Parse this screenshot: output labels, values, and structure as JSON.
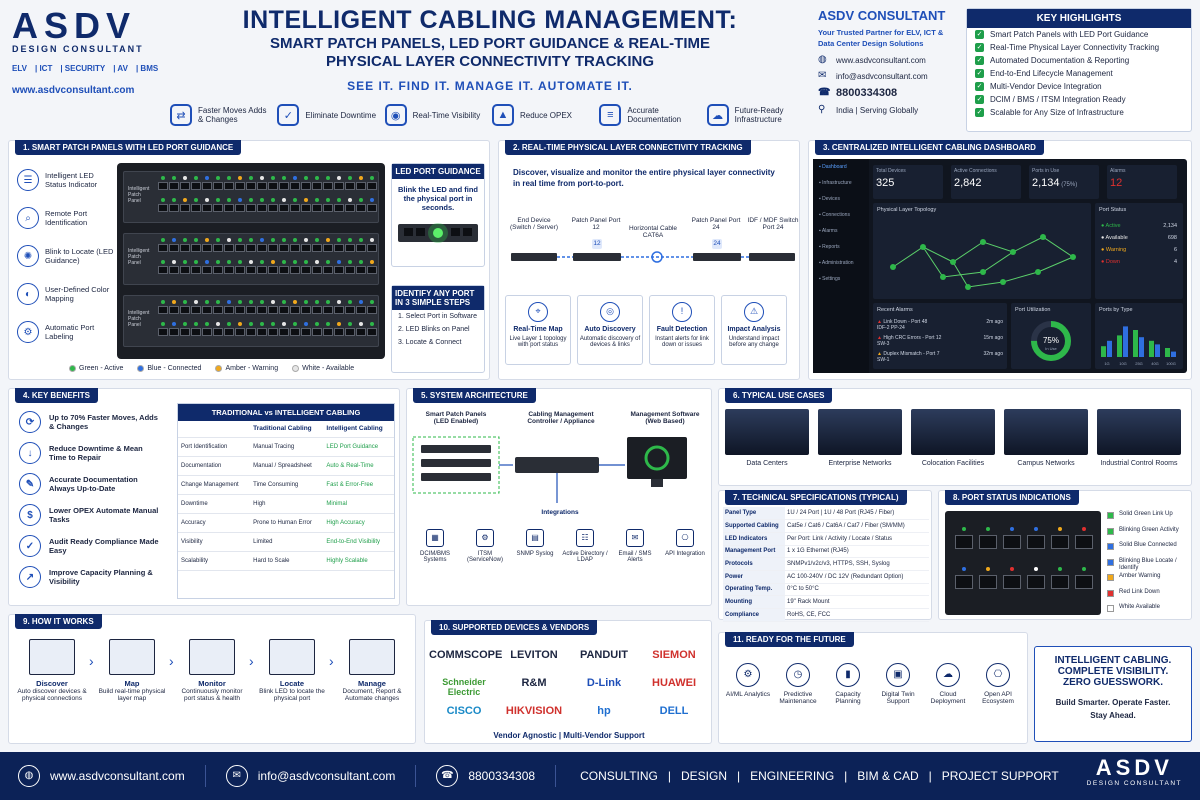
{
  "brand": {
    "logo": "ASDV",
    "sub": "DESIGN CONSULTANT",
    "tags": [
      "ELV",
      "ICT",
      "SECURITY",
      "AV",
      "BMS"
    ],
    "website": "www.asdvconsultant.com"
  },
  "title": {
    "line1": "INTELLIGENT CABLING MANAGEMENT:",
    "line2": "SMART PATCH PANELS, LED PORT GUIDANCE & REAL-TIME",
    "line3": "PHYSICAL LAYER CONNECTIVITY TRACKING",
    "tagline": "SEE IT. FIND IT. MANAGE IT. AUTOMATE IT."
  },
  "strip": [
    {
      "icon": "people-icon",
      "glyph": "⇄",
      "label": "Faster Moves Adds & Changes"
    },
    {
      "icon": "shield-icon",
      "glyph": "✓",
      "label": "Eliminate Downtime"
    },
    {
      "icon": "eye-icon",
      "glyph": "◉",
      "label": "Real-Time Visibility"
    },
    {
      "icon": "chart-icon",
      "glyph": "▲",
      "label": "Reduce OPEX"
    },
    {
      "icon": "document-icon",
      "glyph": "≡",
      "label": "Accurate Documentation"
    },
    {
      "icon": "cloud-icon",
      "glyph": "☁",
      "label": "Future-Ready Infrastructure"
    }
  ],
  "consultant": {
    "name": "ASDV CONSULTANT",
    "tagline": "Your Trusted Partner for ELV, ICT & Data Center Design Solutions",
    "web": "www.asdvconsultant.com",
    "email": "info@asdvconsultant.com",
    "phone": "8800334308",
    "location": "India | Serving Globally"
  },
  "highlights": {
    "title": "KEY HIGHLIGHTS",
    "items": [
      "Smart Patch Panels with LED Port Guidance",
      "Real-Time Physical Layer Connectivity Tracking",
      "Automated Documentation & Reporting",
      "End-to-End Lifecycle Management",
      "Multi-Vendor Device Integration",
      "DCIM / BMS / ITSM Integration Ready",
      "Scalable for Any Size of Infrastructure"
    ]
  },
  "p1": {
    "title": "1. SMART PATCH PANELS WITH LED PORT GUIDANCE",
    "features": [
      {
        "icon": "led-icon",
        "glyph": "☰",
        "label": "Intelligent LED Status Indicator"
      },
      {
        "icon": "search-icon",
        "glyph": "⌕",
        "label": "Remote Port Identification"
      },
      {
        "icon": "bulb-icon",
        "glyph": "✺",
        "label": "Blink to Locate (LED Guidance)"
      },
      {
        "icon": "palette-icon",
        "glyph": "◐",
        "label": "User-Defined Color Mapping"
      },
      {
        "icon": "gear-icon",
        "glyph": "⚙",
        "label": "Automatic Port Labeling"
      }
    ],
    "panel_labels": [
      "Intelligent Patch Panel",
      "Intelligent Patch Panel",
      "Intelligent Patch Panel"
    ],
    "legend": [
      {
        "label": "Green - Active",
        "color": "#2eb84a"
      },
      {
        "label": "Blue - Connected",
        "color": "#2f6fe0"
      },
      {
        "label": "Amber - Warning",
        "color": "#f0a81c"
      },
      {
        "label": "White - Available",
        "color": "#e6e6e6"
      }
    ],
    "led_box": {
      "title": "LED PORT GUIDANCE",
      "text": "Blink the LED and find the physical port in seconds."
    },
    "steps_box": {
      "title": "IDENTIFY ANY PORT IN 3 SIMPLE STEPS",
      "steps": [
        "1. Select Port in Software",
        "2. LED Blinks on Panel",
        "3. Locate & Connect"
      ]
    }
  },
  "p2": {
    "title": "2. REAL-TIME PHYSICAL LAYER CONNECTIVITY TRACKING",
    "desc": "Discover, visualize and monitor the entire physical layer connectivity in real time from port-to-port.",
    "nodes": [
      {
        "label": "End Device (Switch / Server)"
      },
      {
        "label": "Patch Panel Port 12",
        "badge": "12"
      },
      {
        "label": "Horizontal Cable CAT6A"
      },
      {
        "label": "Patch Panel Port 24",
        "badge": "24"
      },
      {
        "label": "IDF / MDF Switch Port 24"
      }
    ],
    "cards": [
      {
        "icon": "map-icon",
        "glyph": "⌖",
        "title": "Real-Time Map",
        "text": "Live Layer 1 topology with port status"
      },
      {
        "icon": "discovery-icon",
        "glyph": "◎",
        "title": "Auto Discovery",
        "text": "Automatic discovery of devices & links"
      },
      {
        "icon": "alert-icon",
        "glyph": "!",
        "title": "Fault Detection",
        "text": "Instant alerts for link down or issues"
      },
      {
        "icon": "warning-icon",
        "glyph": "⚠",
        "title": "Impact Analysis",
        "text": "Understand impact before any change"
      }
    ]
  },
  "p3": {
    "title": "3. CENTRALIZED INTELLIGENT CABLING DASHBOARD",
    "nav": [
      "Dashboard",
      "Infrastructure",
      "Devices",
      "Connections",
      "Alarms",
      "Reports",
      "Administration",
      "Settings"
    ],
    "kpis": [
      {
        "label": "Total Devices",
        "value": "325"
      },
      {
        "label": "Active Connections",
        "value": "2,842"
      },
      {
        "label": "Ports in Use",
        "value": "2,134",
        "extra": "(75%)"
      },
      {
        "label": "Alarms",
        "value": "12"
      }
    ],
    "topology_title": "Physical Layer Topology",
    "port_status": {
      "title": "Port Status",
      "rows": [
        {
          "label": "Active",
          "value": "2,134",
          "color": "#2eb84a"
        },
        {
          "label": "Available",
          "value": "698",
          "color": "#e6e6e6"
        },
        {
          "label": "Warning",
          "value": "6",
          "color": "#f0a81c"
        },
        {
          "label": "Down",
          "value": "4",
          "color": "#e0302f"
        }
      ]
    },
    "alarms": {
      "title": "Recent Alarms",
      "items": [
        {
          "text": "Link Down - Port 48",
          "sub": "IDF-2 PP-24",
          "time": "2m ago",
          "color": "#e0302f"
        },
        {
          "text": "High CRC Errors - Port 12",
          "sub": "SW-3",
          "time": "15m ago",
          "color": "#e0302f"
        },
        {
          "text": "Duplex Mismatch - Port 7",
          "sub": "SW-1",
          "time": "32m ago",
          "color": "#f0a81c"
        }
      ]
    },
    "utilization": {
      "title": "Port Utilization",
      "value": 0.75,
      "label": "75%",
      "sub": "In Use"
    },
    "ports_by_type": {
      "title": "Ports by Type",
      "categories": [
        "1G",
        "10G",
        "25G",
        "40G",
        "100G"
      ],
      "series": [
        {
          "values": [
            30,
            60,
            75,
            45,
            25
          ]
        },
        {
          "values": [
            45,
            85,
            55,
            35,
            15
          ]
        }
      ]
    }
  },
  "p4": {
    "title": "4. KEY BENEFITS",
    "benefits": [
      {
        "icon": "clock-icon",
        "glyph": "⟳",
        "label": "Up to 70% Faster Moves, Adds & Changes"
      },
      {
        "icon": "downtime-icon",
        "glyph": "↓",
        "label": "Reduce Downtime & Mean Time to Repair"
      },
      {
        "icon": "doc-check-icon",
        "glyph": "✎",
        "label": "Accurate Documentation Always Up-to-Date"
      },
      {
        "icon": "money-icon",
        "glyph": "$",
        "label": "Lower OPEX Automate Manual Tasks"
      },
      {
        "icon": "audit-icon",
        "glyph": "✓",
        "label": "Audit Ready Compliance Made Easy"
      },
      {
        "icon": "growth-icon",
        "glyph": "↗",
        "label": "Improve Capacity Planning & Visibility"
      }
    ],
    "compare": {
      "title": "TRADITIONAL vs INTELLIGENT CABLING",
      "head": [
        "",
        "Traditional Cabling",
        "Intelligent Cabling"
      ],
      "rows": [
        [
          "Port Identification",
          "Manual Tracing",
          "LED Port Guidance"
        ],
        [
          "Documentation",
          "Manual / Spreadsheet",
          "Auto & Real-Time"
        ],
        [
          "Change Management",
          "Time Consuming",
          "Fast & Error-Free"
        ],
        [
          "Downtime",
          "High",
          "Minimal"
        ],
        [
          "Accuracy",
          "Prone to Human Error",
          "High Accuracy"
        ],
        [
          "Visibility",
          "Limited",
          "End-to-End Visibility"
        ],
        [
          "Scalability",
          "Hard to Scale",
          "Highly Scalable"
        ]
      ]
    }
  },
  "p5": {
    "title": "5. SYSTEM ARCHITECTURE",
    "blocks": [
      "Smart Patch Panels (LED Enabled)",
      "Cabling Management Controller / Appliance",
      "Management Software (Web Based)"
    ],
    "integrations_title": "Integrations",
    "integrations": [
      {
        "icon": "building-icon",
        "glyph": "▦",
        "label": "DCIM/BMS Systems"
      },
      {
        "icon": "ticket-icon",
        "glyph": "⚙",
        "label": "ITSM (ServiceNow)"
      },
      {
        "icon": "snmp-icon",
        "glyph": "▤",
        "label": "SNMP Syslog"
      },
      {
        "icon": "directory-icon",
        "glyph": "☷",
        "label": "Active Directory / LDAP"
      },
      {
        "icon": "mail-icon",
        "glyph": "✉",
        "label": "Email / SMS Alerts"
      },
      {
        "icon": "api-icon",
        "glyph": "⎔",
        "label": "API Integration"
      }
    ]
  },
  "p6": {
    "title": "6. TYPICAL USE CASES",
    "items": [
      "Data Centers",
      "Enterprise Networks",
      "Colocation Facilities",
      "Campus Networks",
      "Industrial Control Rooms"
    ]
  },
  "p7": {
    "title": "7. TECHNICAL SPECIFICATIONS (TYPICAL)",
    "rows": [
      [
        "Panel Type",
        "1U / 24 Port | 1U / 48 Port (RJ45 / Fiber)"
      ],
      [
        "Supported Cabling",
        "Cat5e / Cat6 / Cat6A / Cat7 / Fiber (SM/MM)"
      ],
      [
        "LED Indicators",
        "Per Port: Link / Activity / Locate / Status"
      ],
      [
        "Management Port",
        "1 x 1G Ethernet (RJ45)"
      ],
      [
        "Protocols",
        "SNMPv1/v2c/v3, HTTPS, SSH, Syslog"
      ],
      [
        "Power",
        "AC 100-240V / DC 12V (Redundant Option)"
      ],
      [
        "Operating Temp.",
        "0°C to 50°C"
      ],
      [
        "Mounting",
        "19\" Rack Mount"
      ],
      [
        "Compliance",
        "RoHS, CE, FCC"
      ]
    ]
  },
  "p8": {
    "title": "8. PORT STATUS INDICATIONS",
    "items": [
      {
        "label": "Solid Green Link Up",
        "color": "#2eb84a"
      },
      {
        "label": "Blinking Green Activity",
        "color": "#2eb84a"
      },
      {
        "label": "Solid Blue Connected",
        "color": "#2f6fe0"
      },
      {
        "label": "Blinking Blue Locate / Identify",
        "color": "#2f6fe0"
      },
      {
        "label": "Amber Warning",
        "color": "#f0a81c"
      },
      {
        "label": "Red Link Down",
        "color": "#e0302f"
      },
      {
        "label": "White Available",
        "color": "#ffffff"
      }
    ]
  },
  "p9": {
    "title": "9. HOW IT WORKS",
    "steps": [
      {
        "title": "Discover",
        "text": "Auto discover devices & physical connections"
      },
      {
        "title": "Map",
        "text": "Build real-time physical layer map"
      },
      {
        "title": "Monitor",
        "text": "Continuously monitor port status & health"
      },
      {
        "title": "Locate",
        "text": "Blink LED to locate the physical port"
      },
      {
        "title": "Manage",
        "text": "Document, Report & Automate changes"
      }
    ]
  },
  "p10": {
    "title": "10. SUPPORTED DEVICES & VENDORS",
    "vendors": [
      {
        "name": "COMMSCOPE",
        "color": "#1c2540"
      },
      {
        "name": "LEVITON",
        "color": "#1c2540"
      },
      {
        "name": "PANDUIT",
        "color": "#1c2540"
      },
      {
        "name": "SIEMON",
        "color": "#d0312d"
      },
      {
        "name": "Schneider Electric",
        "color": "#3c9a34"
      },
      {
        "name": "R&M",
        "color": "#1c2540"
      },
      {
        "name": "D-Link",
        "color": "#1f4fb8"
      },
      {
        "name": "HUAWEI",
        "color": "#d0312d"
      },
      {
        "name": "CISCO",
        "color": "#1a8ac7"
      },
      {
        "name": "HIKVISION",
        "color": "#d0312d"
      },
      {
        "name": "hp",
        "color": "#1f6fd0"
      },
      {
        "name": "DELL",
        "color": "#1f6fd0"
      }
    ],
    "footer": "Vendor Agnostic  |  Multi-Vendor Support"
  },
  "p11": {
    "title": "11. READY FOR THE FUTURE",
    "items": [
      {
        "icon": "ai-icon",
        "glyph": "⚙",
        "label": "AI/ML Analytics"
      },
      {
        "icon": "predict-icon",
        "glyph": "◷",
        "label": "Predictive Maintenance"
      },
      {
        "icon": "capacity-icon",
        "glyph": "▮",
        "label": "Capacity Planning"
      },
      {
        "icon": "twin-icon",
        "glyph": "▣",
        "label": "Digital Twin Support"
      },
      {
        "icon": "cloud-icon",
        "glyph": "☁",
        "label": "Cloud Deployment"
      },
      {
        "icon": "api-icon",
        "glyph": "⎔",
        "label": "Open API Ecosystem"
      }
    ]
  },
  "cta": {
    "line1": "INTELLIGENT CABLING.",
    "line2": "COMPLETE VISIBILITY.",
    "line3": "ZERO GUESSWORK.",
    "line4": "Build Smarter. Operate Faster.",
    "line5": "Stay Ahead."
  },
  "footer": {
    "web": "www.asdvconsultant.com",
    "email": "info@asdvconsultant.com",
    "phone": "8800334308",
    "services": [
      "CONSULTING",
      "|",
      "DESIGN",
      "|",
      "ENGINEERING",
      "|",
      "BIM & CAD",
      "|",
      "PROJECT SUPPORT"
    ],
    "logo": "ASDV",
    "logo_sub": "DESIGN CONSULTANT"
  }
}
